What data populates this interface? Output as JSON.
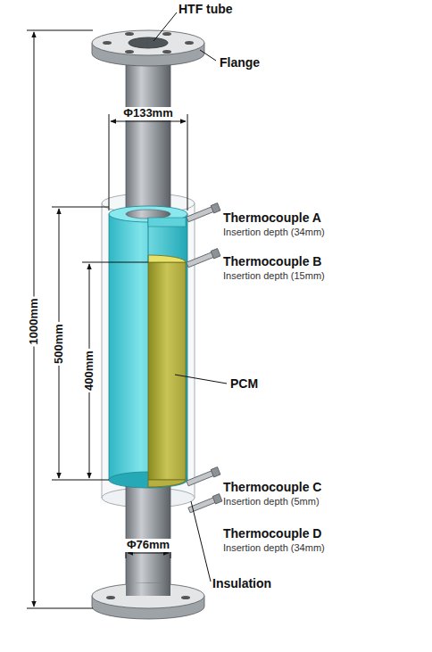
{
  "diagram": {
    "labels": [
      "HTF tube",
      "Flange",
      "Φ133mm",
      "Thermocouple A",
      "Insertion depth (34mm)",
      "Thermocouple B",
      "Insertion depth (15mm)",
      "PCM",
      "Thermocouple C",
      "Insertion depth (5mm)",
      "Thermocouple D",
      "Insertion depth (34mm)",
      "Insulation",
      "1000mm",
      "500mm",
      "400mm",
      "Φ76mm"
    ]
  }
}
